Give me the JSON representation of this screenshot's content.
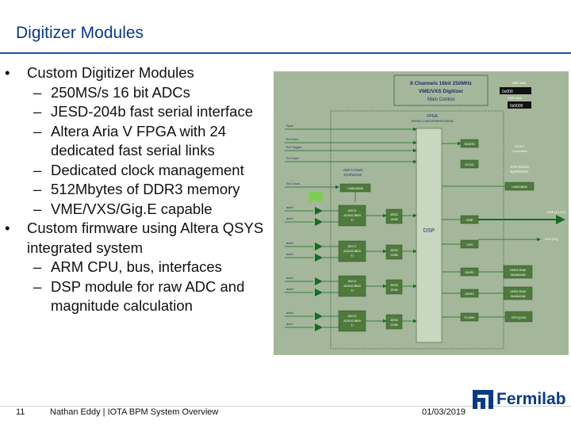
{
  "title": "Digitizer Modules",
  "bullets": [
    {
      "level": 1,
      "text": "Custom Digitizer Modules"
    },
    {
      "level": 2,
      "text": "250MS/s 16 bit ADCs"
    },
    {
      "level": 2,
      "text": "JESD-204b fast serial interface"
    },
    {
      "level": 2,
      "text": "Altera Aria V FPGA with 24 dedicated fast serial links"
    },
    {
      "level": 2,
      "text": "Dedicated clock management"
    },
    {
      "level": 2,
      "text": "512Mbytes of DDR3 memory"
    },
    {
      "level": 2,
      "text": "VME/VXS/Gig.E capable"
    },
    {
      "level": 1,
      "text": "Custom firmware using Altera QSYS integrated system"
    },
    {
      "level": 2,
      "text": "ARM CPU, bus, interfaces"
    },
    {
      "level": 2,
      "text": "DSP module for raw ADC and magnitude calculation"
    }
  ],
  "diagram": {
    "header_line1": "8 Channels 16bit 250MHz",
    "header_line2": "VME/VXS Digitizer",
    "header_line3": "Main Control",
    "fpga_line1": "FPGA",
    "fpga_line2": "ARRIA V 5AGXFB5H4F40I3N",
    "dsp": "DSP",
    "clock_synth_line1": "ADC's Clock",
    "clock_synth_line2": "Synthesizer",
    "clock_chip": "LMK04828",
    "sys_clock_line1": "SYS Clocks",
    "sys_clock_line2": "Synthesizer",
    "sys_clock_chip": "LMK04828",
    "dcdc_label_line1": "DC/DC",
    "dcdc_label_line2": "Converters",
    "vme_addr_label": "VME Addr",
    "vme_addr_value": "0x000",
    "top_right_label": "VME Addr",
    "top_right_value": "0x5000",
    "left_inputs": [
      "Sync",
      "Ext Zero",
      "Ext Trigger",
      "Ext Gate",
      "Ext Clock"
    ],
    "adc_channel_labels": [
      "adc0",
      "adc1",
      "adc2",
      "adc3",
      "adc4",
      "adc5",
      "adc6",
      "adc7"
    ],
    "adc_blocks": [
      {
        "line1": "ADC0",
        "line2": "ADS42JB69",
        "line3": "TI"
      },
      {
        "line1": "ADC1",
        "line2": "ADS42JB69",
        "line3": "TI"
      },
      {
        "line1": "ADC2",
        "line2": "ADS42JB69",
        "line3": "TI"
      },
      {
        "line1": "ADC3",
        "line2": "ADS42JB69",
        "line3": "TI"
      }
    ],
    "jesd_blocks": [
      {
        "line1": "JESD",
        "line2": "204B"
      },
      {
        "line1": "JESD",
        "line2": "204B"
      },
      {
        "line1": "JESD",
        "line2": "204B"
      },
      {
        "line1": "JESD",
        "line2": "204B"
      }
    ],
    "right_blocks": [
      "SDI/EB",
      "DCDC",
      "VME",
      "VXS",
      "DDR3",
      "DDR3",
      "FLASH"
    ],
    "ddr_labels": [
      {
        "line1": "DDR3 RAM",
        "line2": "Gb/Mbit/4bit"
      },
      {
        "line1": "DDR3 RAM",
        "line2": "Gb/Mbit/4bit"
      }
    ],
    "epcq": "EPCQ256",
    "vme_bus_label": "VME (P1,P2)",
    "vxs_label": "VXS (P0)"
  },
  "footer": {
    "page": "11",
    "text": "Nathan Eddy | IOTA BPM System Overview",
    "date": "01/03/2019",
    "logo_text": "Fermilab"
  },
  "colors": {
    "title": "#0b3a82",
    "rule": "#1f4fa3",
    "diagram_bg": "#a4b79a",
    "arrow": "#166b26"
  }
}
